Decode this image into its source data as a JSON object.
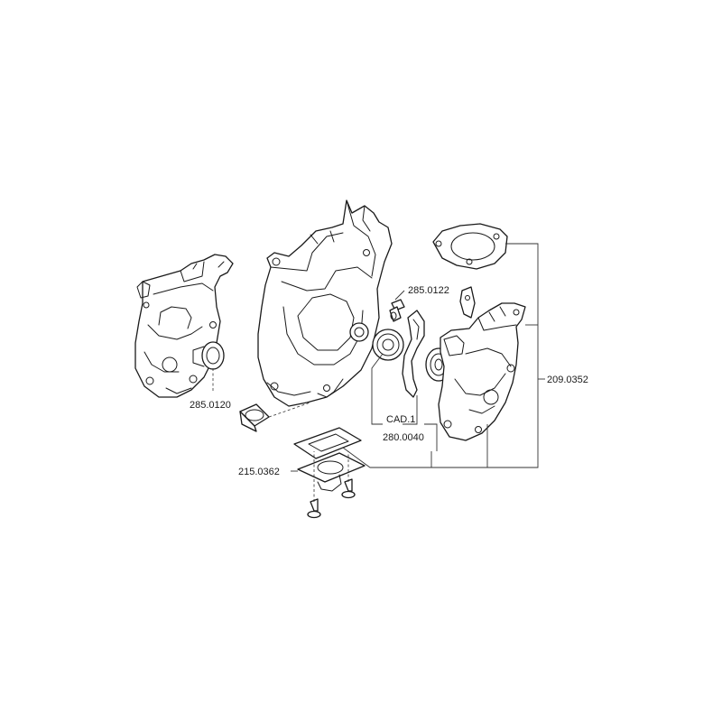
{
  "part_numbers": {
    "p1": "285.0120",
    "p2": "285.0122",
    "p3": "209.0352",
    "p4": "CAD.1",
    "p5": "280.0040",
    "p6": "215.0362"
  }
}
